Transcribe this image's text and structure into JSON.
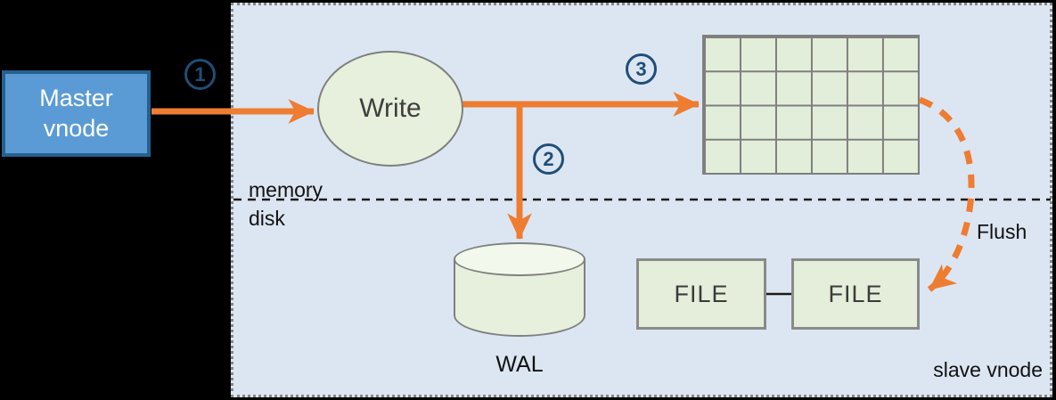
{
  "diagram": {
    "master_vnode_label": "Master\nvnode",
    "write_label": "Write",
    "wal_label": "WAL",
    "file_left_label": "FILE",
    "file_right_label": "FILE",
    "flush_label": "Flush",
    "slave_vnode_label": "slave vnode",
    "memory_label": "memory",
    "disk_label": "disk",
    "steps": {
      "one": "1",
      "two": "2",
      "three": "3"
    },
    "memtable_grid": {
      "rows": 4,
      "cols": 6
    },
    "palette": {
      "background": "#000000",
      "panel_fill": "#dce6f2",
      "panel_border_dotted": "#858585",
      "arrow_orange": "#ee7c31",
      "step_navy": "#1f4e79",
      "node_green_fill": "#e7f0dc",
      "grid_green_fill": "#e3eeda",
      "node_gray_border": "#7f7f7f",
      "master_blue_fill": "#5b9bd5",
      "master_blue_border": "#25618f",
      "divider_black": "#1a1a1a"
    }
  }
}
